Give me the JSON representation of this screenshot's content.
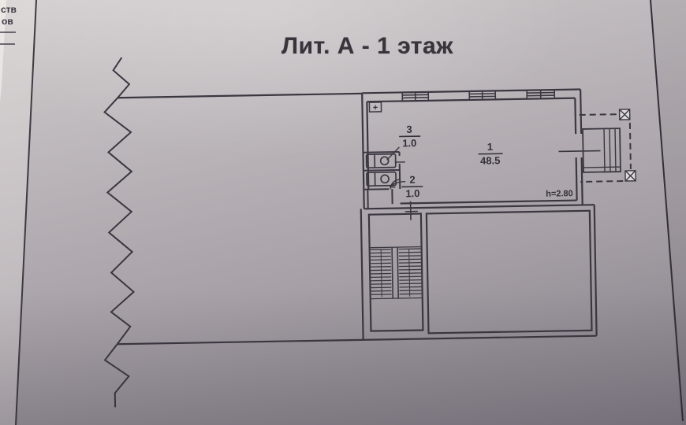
{
  "title": "Лит. А - 1 этаж",
  "adjacent_page": {
    "line1": "ств",
    "line2": "ов"
  },
  "plan": {
    "room1": {
      "number": "1",
      "area": "48.5"
    },
    "room2": {
      "number": "2",
      "area": "1.0"
    },
    "room3": {
      "number": "3",
      "area": "1.0"
    },
    "height_note": "h=2.80",
    "corner_symbol": "+"
  },
  "colors": {
    "ink": "#3b3741",
    "paper_light": "#d2cdce",
    "paper_dark": "#86808a"
  }
}
